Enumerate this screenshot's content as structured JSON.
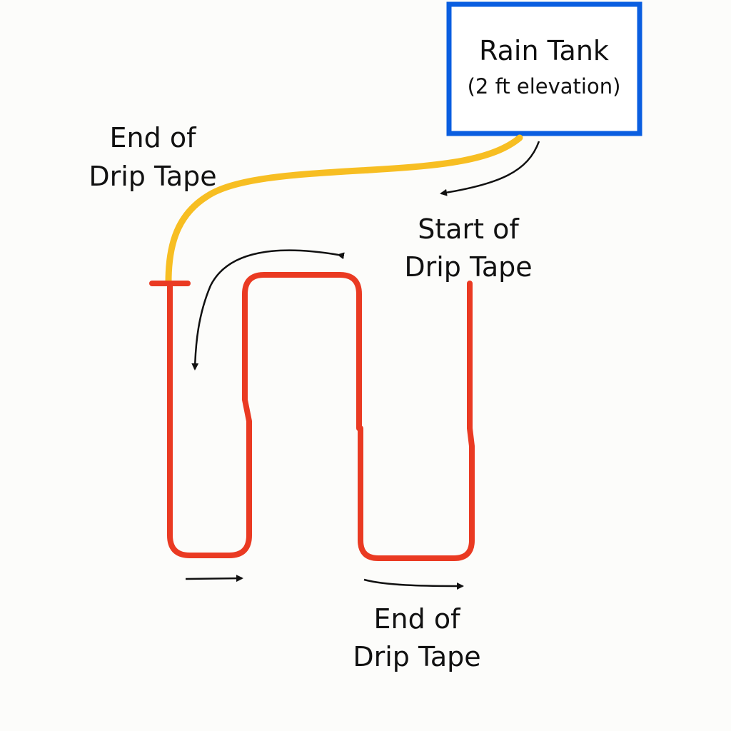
{
  "tank": {
    "title": "Rain Tank",
    "subtitle": "(2 ft elevation)"
  },
  "labels": {
    "end_top_line1": "End of",
    "end_top_line2": "Drip Tape",
    "start_line1": "Start of",
    "start_line2": "Drip Tape",
    "end_bottom_line1": "End of",
    "end_bottom_line2": "Drip Tape"
  },
  "colors": {
    "tank_border": "#0a5ee0",
    "supply_line": "#f7be22",
    "drip_tape": "#ea3a22",
    "arrows": "#111111",
    "background": "#fcfcfa"
  }
}
